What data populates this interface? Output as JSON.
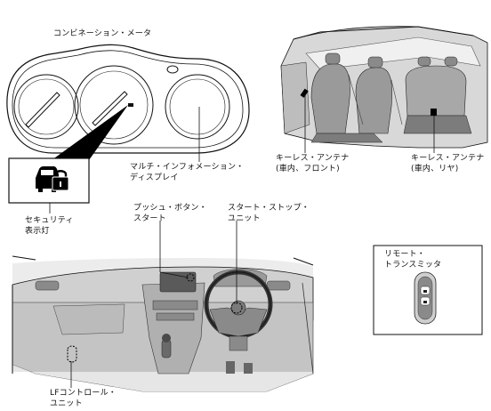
{
  "labels": {
    "combination_meter": "コンビネーション・メータ",
    "multi_info_display": "マルチ・インフォメーション・\nディスプレイ",
    "keyless_antenna_front": "キーレス・アンテナ\n(車内、フロント)",
    "keyless_antenna_rear": "キーレス・アンテナ\n(車内、リヤ)",
    "security_indicator": "セキュリティ\n表示灯",
    "push_button_start": "プッシュ・ボタン・\nスタート",
    "start_stop_unit": "スタート・ストップ・\nユニット",
    "remote_transmitter": "リモート・\nトランスミッタ",
    "lf_control_unit": "LFコントロール・\nユニット"
  },
  "icons": {
    "security": "car-lock-icon",
    "remote": "key-fob-icon"
  },
  "colors": {
    "line": "#111111",
    "interior_fill": "#d4d4d4",
    "interior_dark": "#8a8a8a",
    "highlight_fill": "#000000"
  }
}
